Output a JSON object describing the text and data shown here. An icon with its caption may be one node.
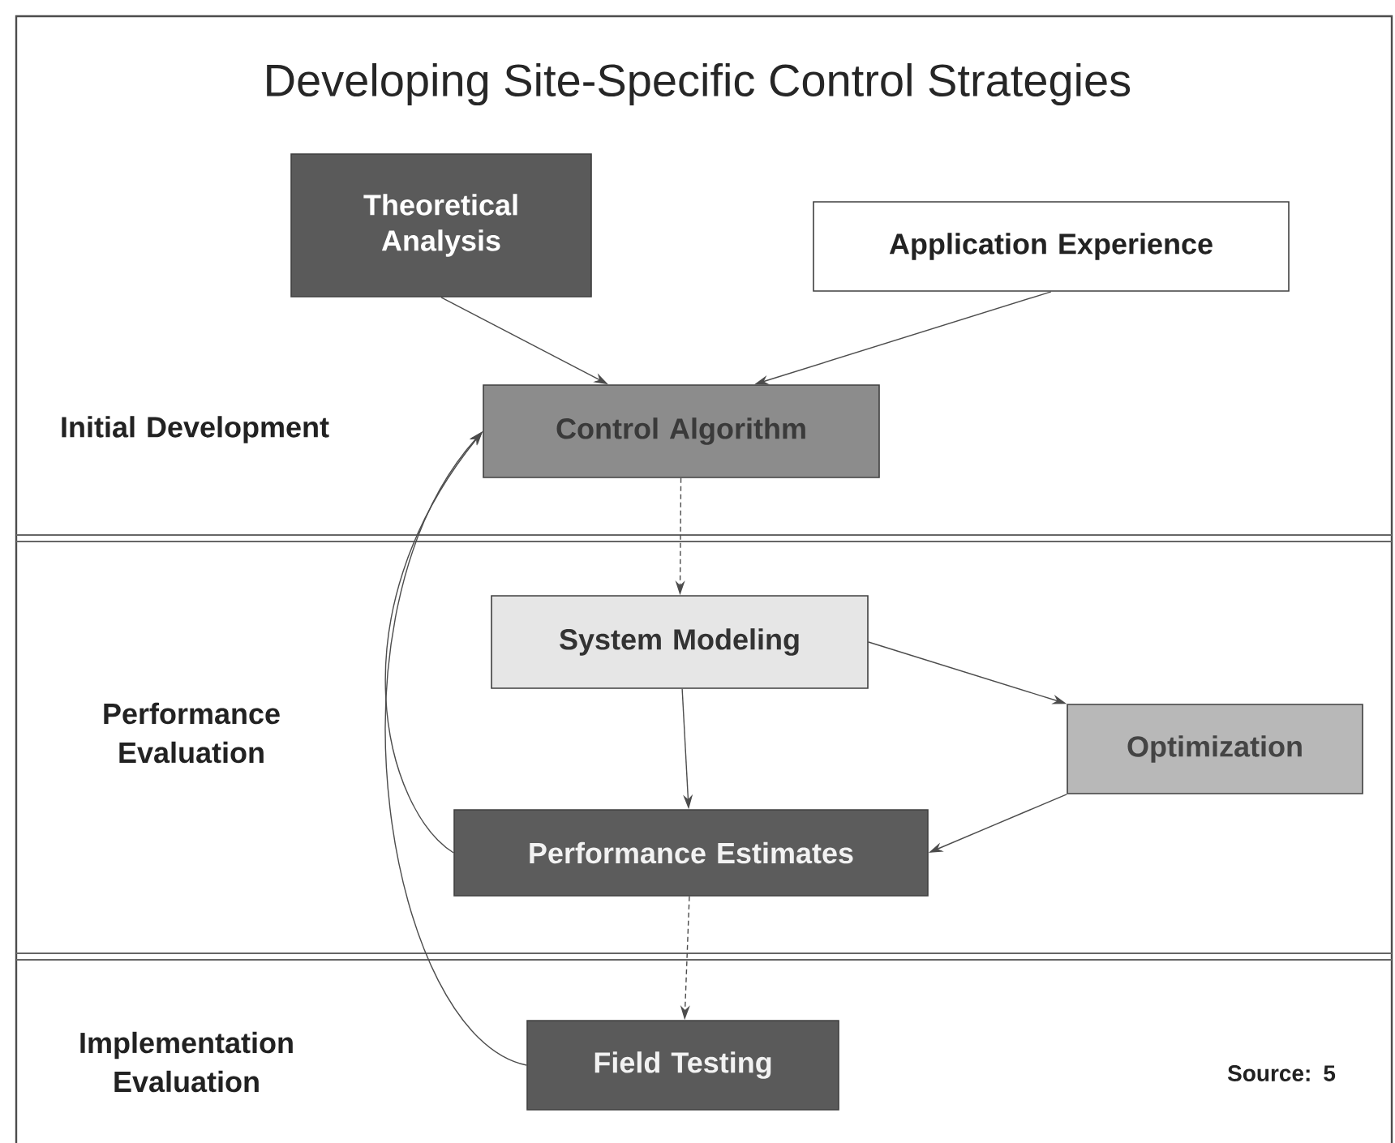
{
  "diagram": {
    "title": "Developing Site-Specific Control Strategies",
    "nodes": [
      {
        "text": [
          "Theoretical Analysis"
        ]
      },
      {
        "text": [
          "Application Experience"
        ]
      },
      {
        "text": [
          "Control Algorithm"
        ]
      },
      {
        "text": [
          "System Modeling"
        ]
      },
      {
        "text": [
          "Optimization"
        ]
      },
      {
        "text": [
          "Performance Estimates"
        ]
      },
      {
        "text": [
          "Field Testing"
        ]
      }
    ],
    "edges": [
      {
        "from": 0,
        "to": 2,
        "arrow": "to"
      },
      {
        "from": 1,
        "to": 2,
        "arrow": "to"
      },
      {
        "from": 2,
        "to": 3,
        "arrow": "to",
        "style": "dashed"
      },
      {
        "from": 3,
        "to": 5,
        "arrow": "to"
      },
      {
        "from": 3,
        "to": 4,
        "arrow": "to"
      },
      {
        "from": 4,
        "to": 5,
        "arrow": "to"
      },
      {
        "from": 5,
        "to": 6,
        "arrow": "to",
        "style": "dashed"
      },
      {
        "from": 5,
        "to": 2,
        "arrow": "to"
      },
      {
        "from": 6,
        "to": 2,
        "arrow": "to"
      }
    ],
    "labels": [
      "Initial Development",
      "Performance Evaluation",
      "Implementation Evaluation",
      "Source: 5"
    ]
  }
}
